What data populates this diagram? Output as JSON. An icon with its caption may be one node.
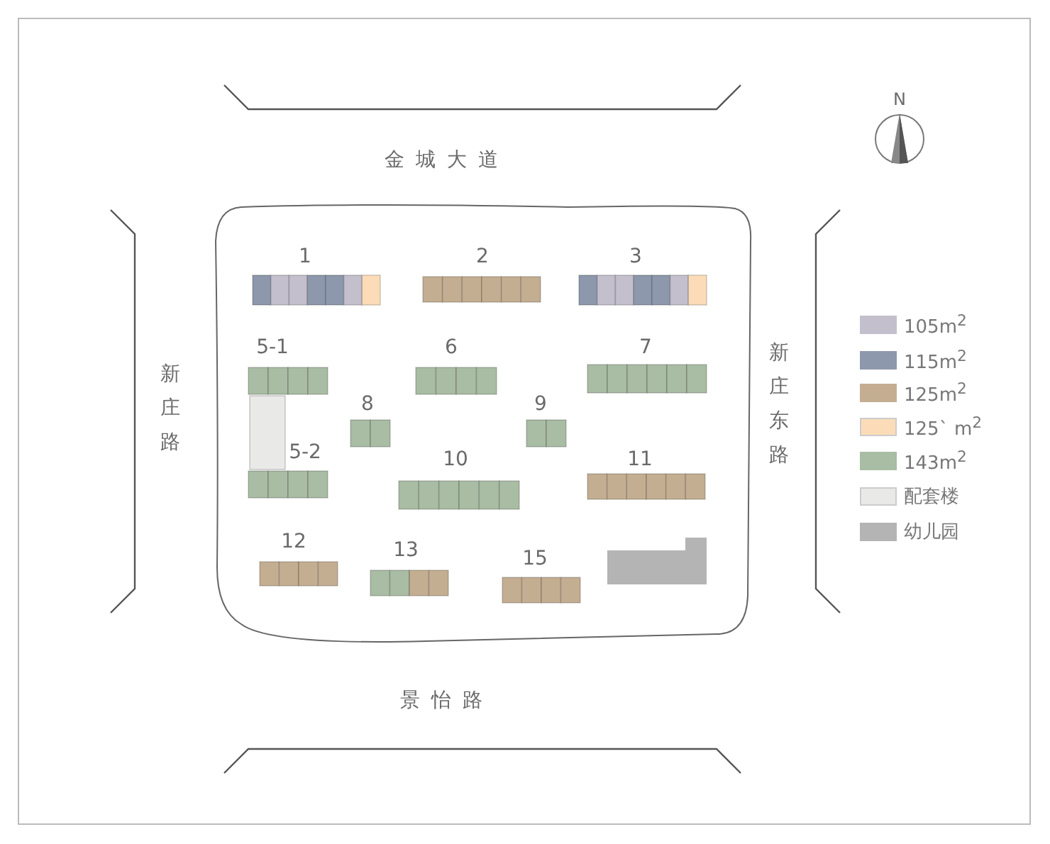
{
  "diagram": {
    "labels": [
      "N",
      "金城大道",
      "1",
      "2",
      "3",
      "5-1",
      "6",
      "7",
      "新庄路",
      "新庄东路",
      "8",
      "9",
      "5-2",
      "10",
      "11",
      "12",
      "13",
      "15",
      "景怡路"
    ],
    "legend": [
      {
        "text": "105m$^{2}$",
        "color": "#c3bfcd"
      },
      {
        "text": "115m$^{2}$",
        "color": "#8d98ac"
      },
      {
        "text": "125m$^{2}$",
        "color": "#c4ae92"
      },
      {
        "text": "125` m$^{2}$",
        "color": "#fcdcb8"
      },
      {
        "text": "143m$^{2}$",
        "color": "#a9bca4"
      },
      {
        "text": "配套楼",
        "color": "#e9e9e7"
      },
      {
        "text": "幼儿园",
        "color": "#b4b4b4"
      }
    ]
  }
}
